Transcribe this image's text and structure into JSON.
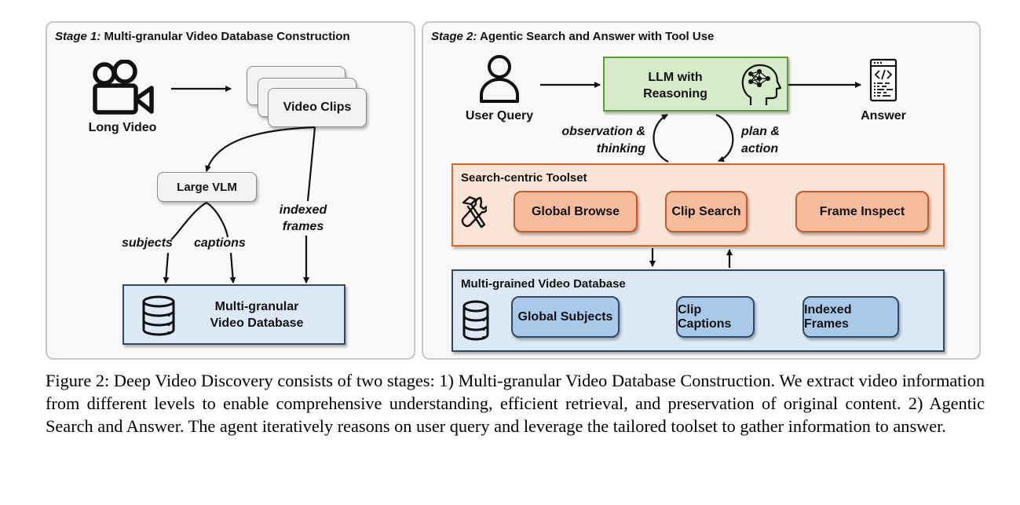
{
  "stage1": {
    "title_prefix": "Stage 1:",
    "title": "Multi-granular Video Database Construction",
    "long_video": {
      "icon": "video-camera-icon",
      "label": "Long Video"
    },
    "video_clips": {
      "label": "Video Clips"
    },
    "large_vlm": {
      "label": "Large VLM"
    },
    "edge_labels": {
      "subjects": "subjects",
      "captions": "captions",
      "indexed_frames_line1": "indexed",
      "indexed_frames_line2": "frames"
    },
    "database": {
      "icon": "database-icon",
      "label_line1": "Multi-granular",
      "label_line2": "Video Database"
    }
  },
  "stage2": {
    "title_prefix": "Stage 2:",
    "title": "Agentic Search and Answer with Tool Use",
    "user_query": {
      "icon": "user-icon",
      "label": "User Query"
    },
    "llm": {
      "label_line1": "LLM with",
      "label_line2": "Reasoning",
      "icon": "brain-head-icon"
    },
    "answer": {
      "icon": "code-document-icon",
      "label": "Answer"
    },
    "loop_labels": {
      "left_line1": "observation &",
      "left_line2": "thinking",
      "right_line1": "plan &",
      "right_line2": "action"
    },
    "toolset": {
      "title": "Search-centric Toolset",
      "icon": "tools-icon",
      "tools": [
        "Global Browse",
        "Clip Search",
        "Frame Inspect"
      ]
    },
    "database": {
      "title": "Multi-grained Video Database",
      "icon": "database-icon",
      "items": [
        "Global Subjects",
        "Clip Captions",
        "Indexed Frames"
      ]
    }
  },
  "colors": {
    "panel_bg": "#f8f8f8",
    "panel_border": "#c8c8c8",
    "green_fill": "#d6ecc8",
    "green_border": "#5c9a3a",
    "orange_fill": "#fbe3d6",
    "orange_pill": "#f6bc9d",
    "orange_border": "#c65b24",
    "blue_fill": "#dde9f7",
    "blue_pill": "#a9c9ea",
    "blue_border": "#2f4a66"
  },
  "caption": {
    "text": "Figure 2: Deep Video Discovery consists of two stages: 1) Multi-granular Video Database Construction. We extract video information from different levels to enable comprehensive understanding, efficient retrieval, and preservation of original content. 2) Agentic Search and Answer. The agent iteratively reasons on user query and leverage the tailored toolset to gather information to answer."
  }
}
